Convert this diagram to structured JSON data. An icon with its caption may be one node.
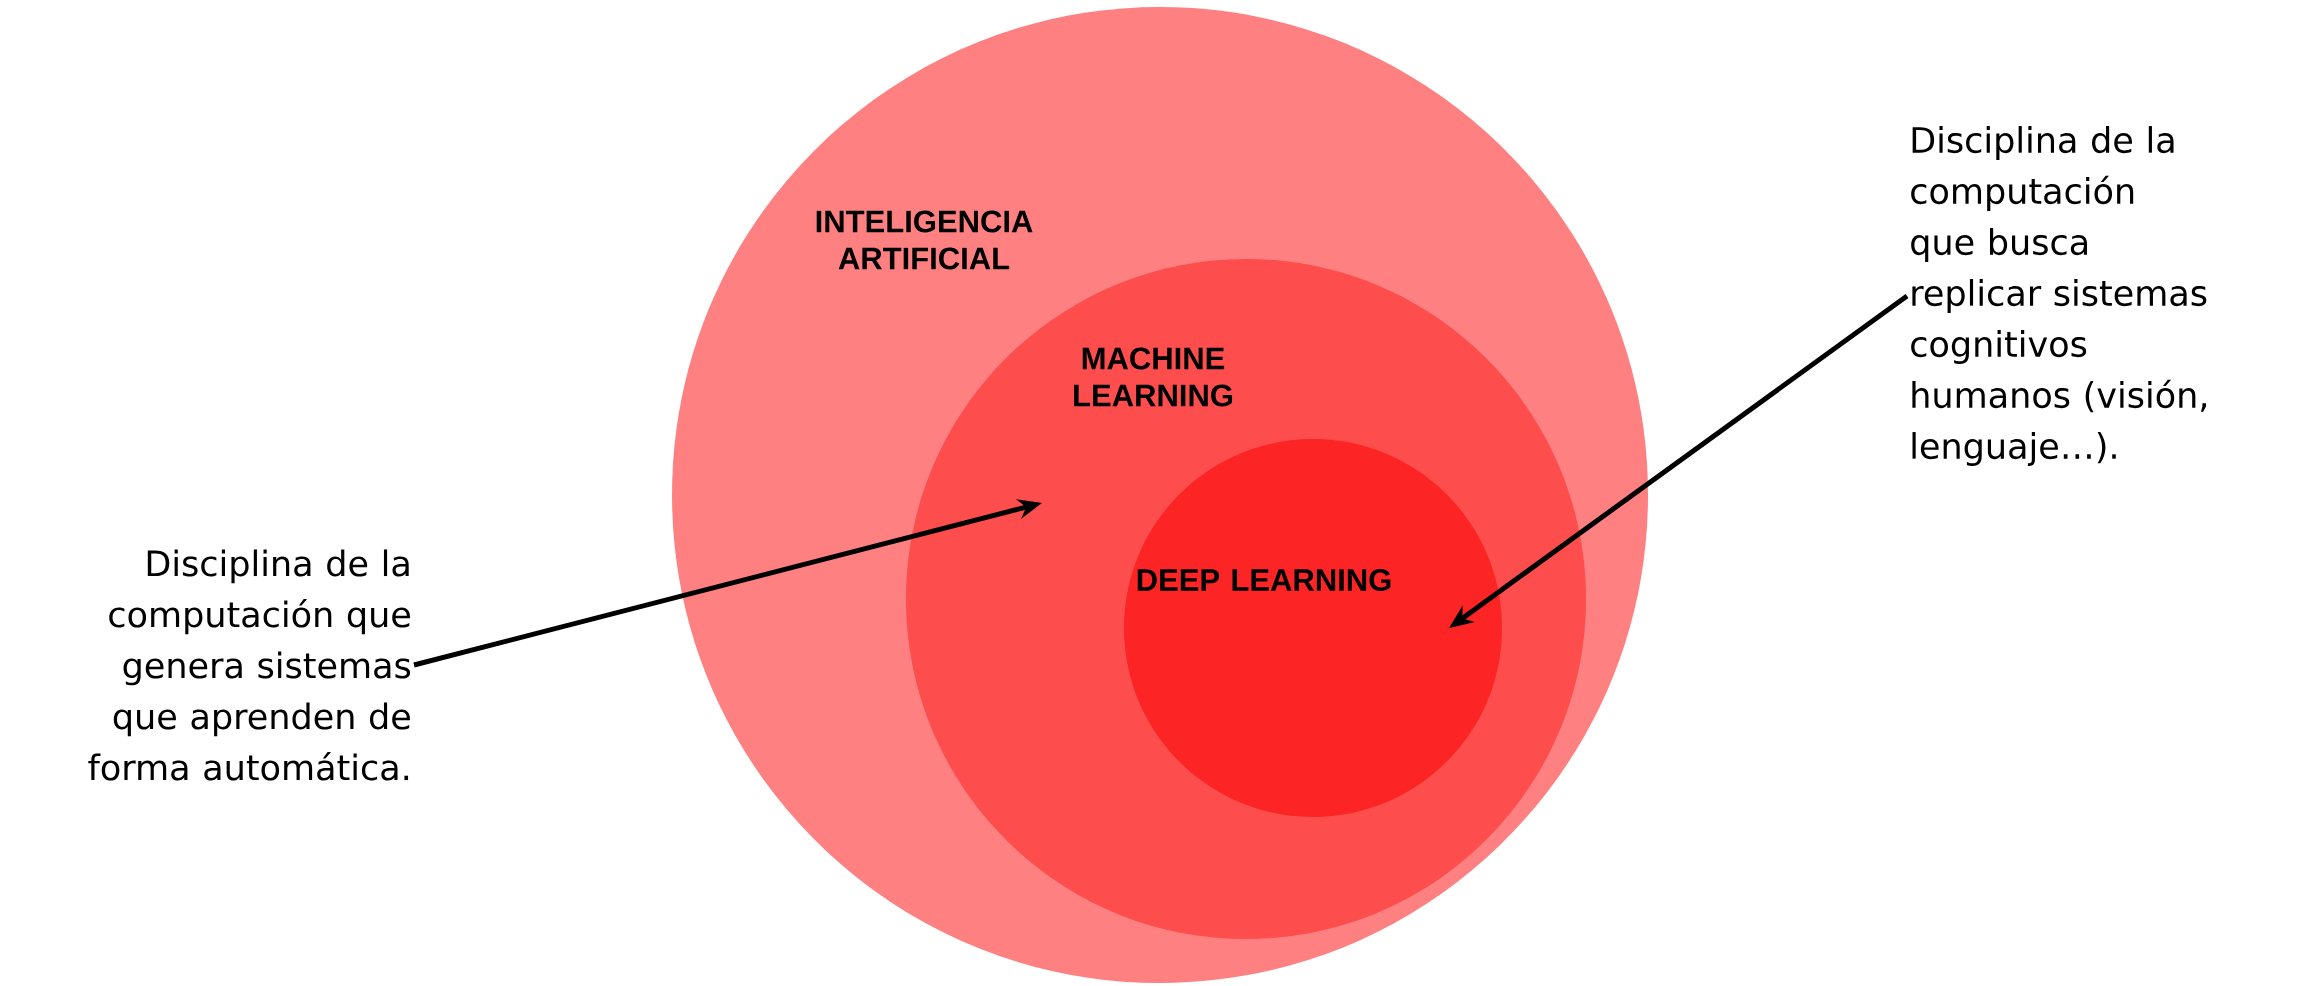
{
  "diagram": {
    "nodes": [
      {
        "text": [
          "INTELIGENCIA ARTIFICIAL"
        ]
      },
      {
        "text": [
          "MACHINE LEARNING"
        ],
        "in": 0
      },
      {
        "text": [
          "DEEP LEARNING"
        ],
        "in": 1
      },
      {
        "text": [
          "Disciplina de la computación que genera sistemas que aprenden de forma automática."
        ]
      },
      {
        "text": [
          "Disciplina de la computación que busca replicar sistemas cognitivos humanos (visión, lenguaje…)."
        ]
      }
    ],
    "edges": [
      {
        "from": 3,
        "to": 1,
        "arrow": "to"
      },
      {
        "from": 4,
        "to": 2,
        "arrow": "to"
      }
    ]
  }
}
